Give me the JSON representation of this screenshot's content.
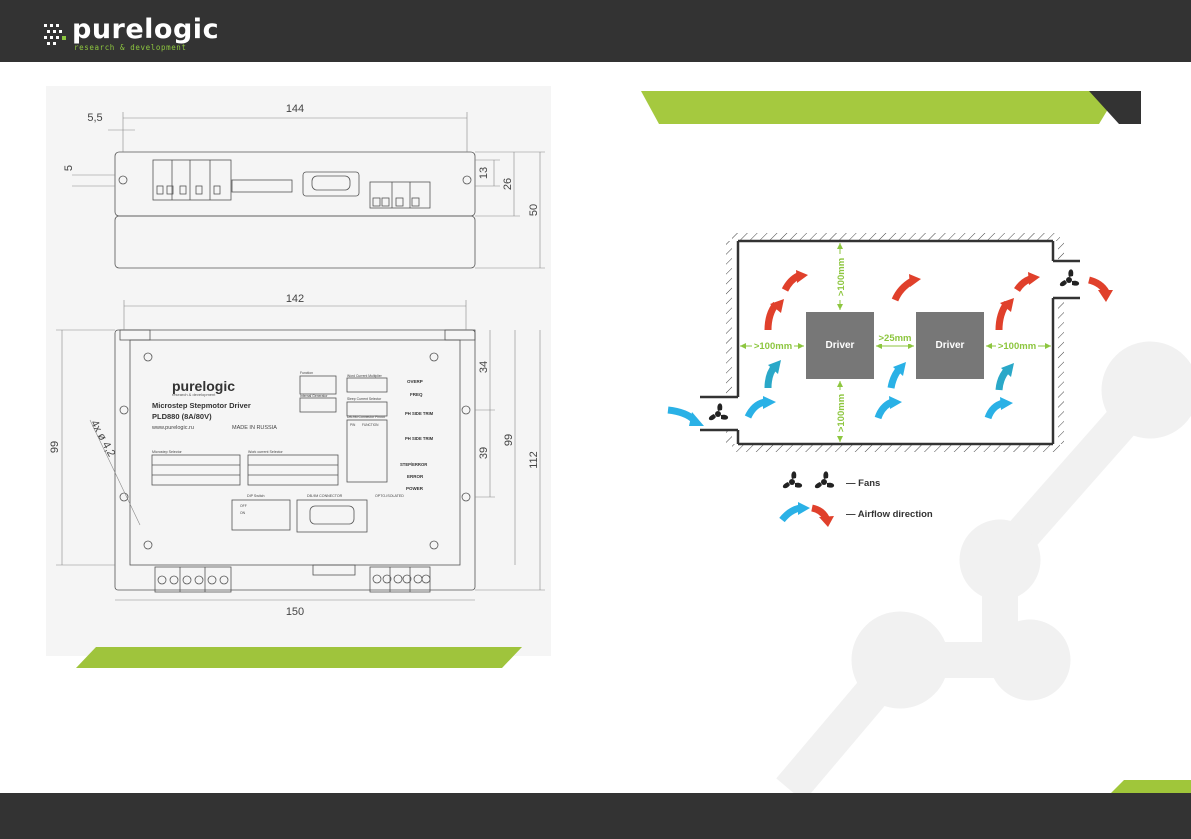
{
  "brand": {
    "name": "purelogic",
    "tagline": "research & development"
  },
  "colors": {
    "header_bg": "#333333",
    "accent_green": "#9fc43c",
    "cold_air": "#2ab1e6",
    "hot_air": "#e0402b",
    "driver_box": "#777777",
    "dimension_green": "#8dc63f"
  },
  "dimensions_top_view": {
    "width": "144",
    "hole_offset": "5,5",
    "hole_dia": "5",
    "height_1": "13",
    "height_2": "26",
    "height_3": "50"
  },
  "dimensions_front_view": {
    "width_inner": "142",
    "width_outer": "150",
    "height_left": "99",
    "height_right_inner": "99",
    "height_right_outer": "112",
    "offset_top": "34",
    "offset_mid": "39",
    "holes": "4x ø 4,2"
  },
  "device_panel": {
    "brand": "purelogic",
    "brand_sub": "research & development",
    "title": "Microstep Stepmotor Driver",
    "model": "PLD880 (8A/80V)",
    "url": "www.purelogic.ru",
    "made_in": "MADE IN RUSSIA",
    "microstep_selector": "Microstep Selector",
    "work_current_selector": "Work current Selector",
    "dip_switch": "DIP Switch",
    "dip_off": "OFF",
    "dip_on": "ON",
    "db9_connector": "DB-9M CONNECTOR",
    "opto_isolated": "OPTO-ISOLATED",
    "function": "Function",
    "internal_generator": "Internal Generator",
    "word_current_multiplier": "Word Current Multiplier",
    "sleep_current_selector": "Sleep Current Selector",
    "db9_connector_pinout": "DB-9M Connector Pinout",
    "pin": "PIN",
    "function_col": "FUNCTION",
    "led_overp": "OVERP",
    "led_freq": "FREQ",
    "ph_side_1": "PH SIDE TRIM",
    "ph_side_2": "PH SIDE TRIM",
    "led_step_error": "STEP/ERROR",
    "led_error": "ERROR",
    "led_power": "POWER"
  },
  "airflow_diagram": {
    "driver_1": "Driver",
    "driver_2": "Driver",
    "gap_left": ">100mm",
    "gap_between": ">25mm",
    "gap_right": ">100mm",
    "gap_top": ">100mm",
    "gap_bottom": ">100mm",
    "legend_fans": "— Fans",
    "legend_airflow": "— Airflow direction"
  }
}
